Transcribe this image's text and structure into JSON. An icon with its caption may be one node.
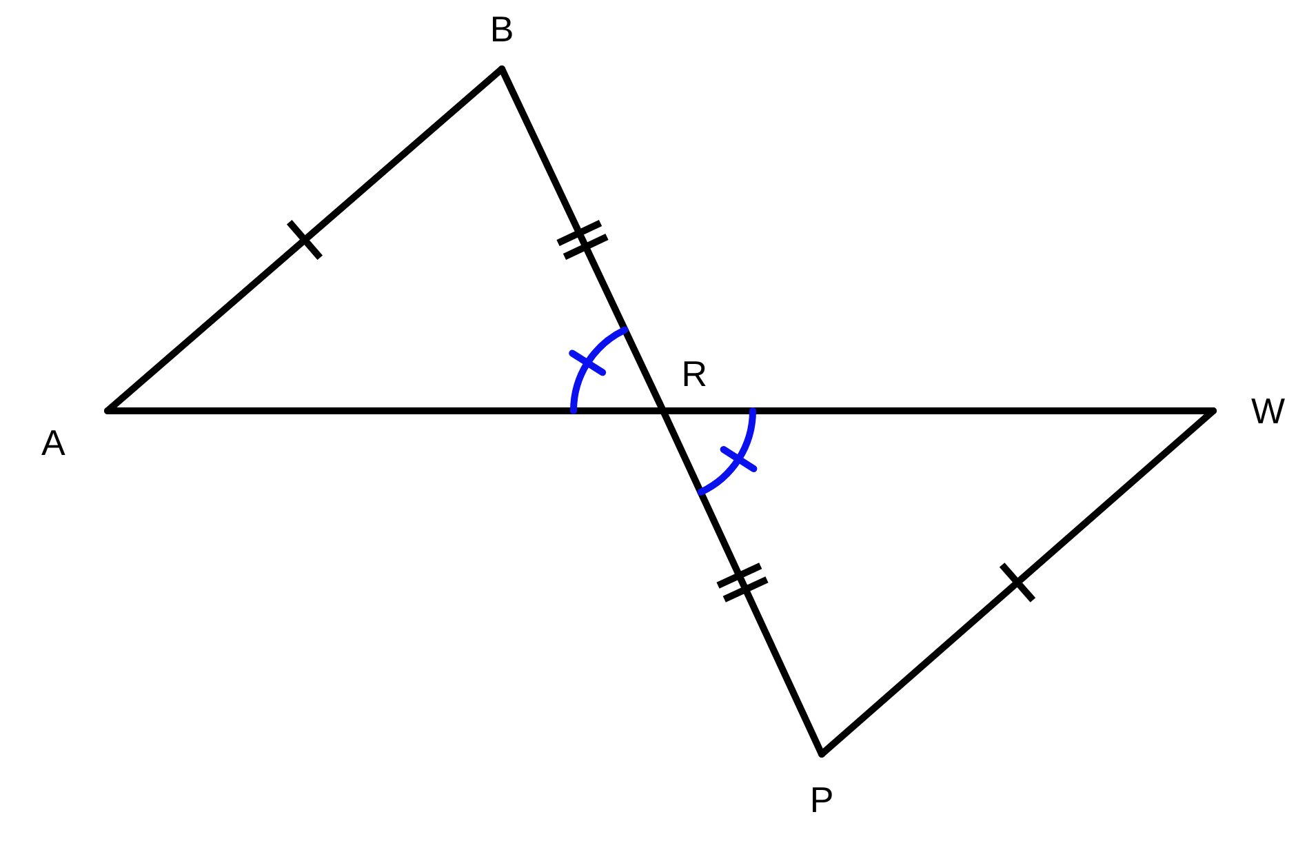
{
  "diagram": {
    "nodes": [
      {
        "text": [
          "B"
        ]
      },
      {
        "text": [
          "R"
        ]
      },
      {
        "text": [
          "A"
        ]
      },
      {
        "text": [
          "W"
        ]
      },
      {
        "text": [
          "P"
        ]
      }
    ],
    "edges": [
      {
        "from": 2,
        "to": 0,
        "arrow": "none"
      },
      {
        "from": 0,
        "to": 1,
        "arrow": "none"
      },
      {
        "from": 1,
        "to": 4,
        "arrow": "none"
      },
      {
        "from": 2,
        "to": 1,
        "arrow": "none"
      },
      {
        "from": 1,
        "to": 3,
        "arrow": "none"
      },
      {
        "from": 3,
        "to": 4,
        "arrow": "none"
      }
    ]
  }
}
